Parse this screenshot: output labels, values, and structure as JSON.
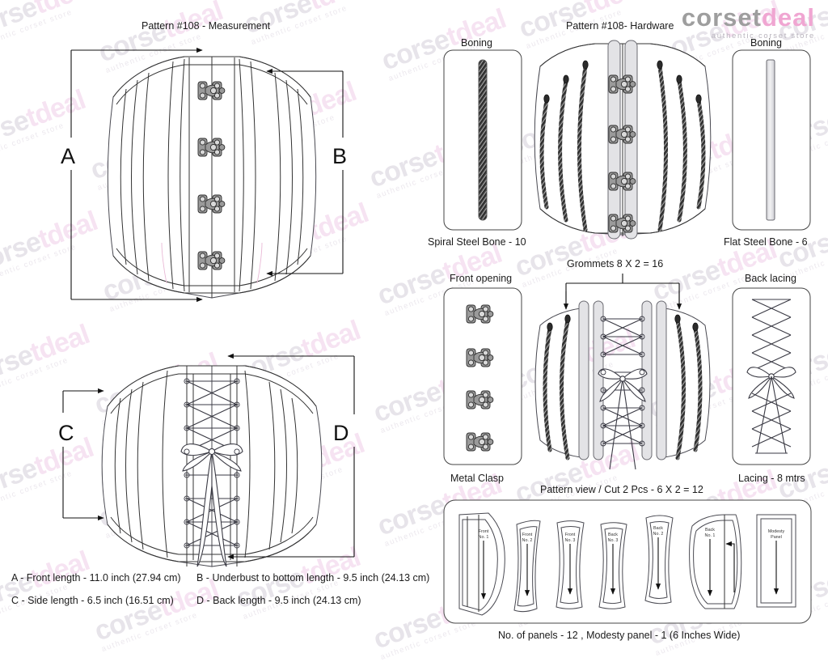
{
  "brand": {
    "name_part1": "corset",
    "name_part2": "deal",
    "tagline": "authentic corset store",
    "color_gray": "#9e9e9e",
    "color_pink": "#f0a6d2",
    "watermark_text": "corsetdeal",
    "watermark_tagline": "authentic corset store"
  },
  "titles": {
    "measurement": "Pattern #108 -  Measurement",
    "hardware": "Pattern #108-  Hardware",
    "grommets": "Grommets 8 X 2 = 16",
    "pattern_view": "Pattern view  /  Cut 2 Pcs - 6 X 2 = 12"
  },
  "dimension_letters": {
    "a": "A",
    "b": "B",
    "c": "C",
    "d": "D"
  },
  "measurements": [
    {
      "key": "A",
      "text": "A - Front length - 11.0 inch (27.94 cm)"
    },
    {
      "key": "B",
      "text": "B - Underbust to bottom length - 9.5 inch (24.13 cm)"
    },
    {
      "key": "C",
      "text": "C - Side length - 6.5 inch (16.51 cm)"
    },
    {
      "key": "D",
      "text": "D - Back length - 9.5 inch (24.13 cm)"
    }
  ],
  "hardware_panels": {
    "boning_left_header": "Boning",
    "boning_left_caption": "Spiral Steel Bone - 10",
    "boning_right_header": "Boning",
    "boning_right_caption": "Flat Steel Bone - 6",
    "front_opening_header": "Front opening",
    "front_opening_caption": "Metal Clasp",
    "back_lacing_header": "Back lacing",
    "back_lacing_caption": "Lacing - 8 mtrs"
  },
  "pattern_pieces": [
    {
      "line1": "Front",
      "line2": "No. 1"
    },
    {
      "line1": "Front",
      "line2": "No. 2"
    },
    {
      "line1": "Front",
      "line2": "No. 3"
    },
    {
      "line1": "Back",
      "line2": "No. 3"
    },
    {
      "line1": "Back",
      "line2": "No. 2"
    },
    {
      "line1": "Back",
      "line2": "No. 1"
    },
    {
      "line1": "Modesty",
      "line2": "Panel"
    }
  ],
  "footer": {
    "panels_note": "No. of panels - 12  , Modesty panel - 1 (6 Inches Wide)"
  }
}
